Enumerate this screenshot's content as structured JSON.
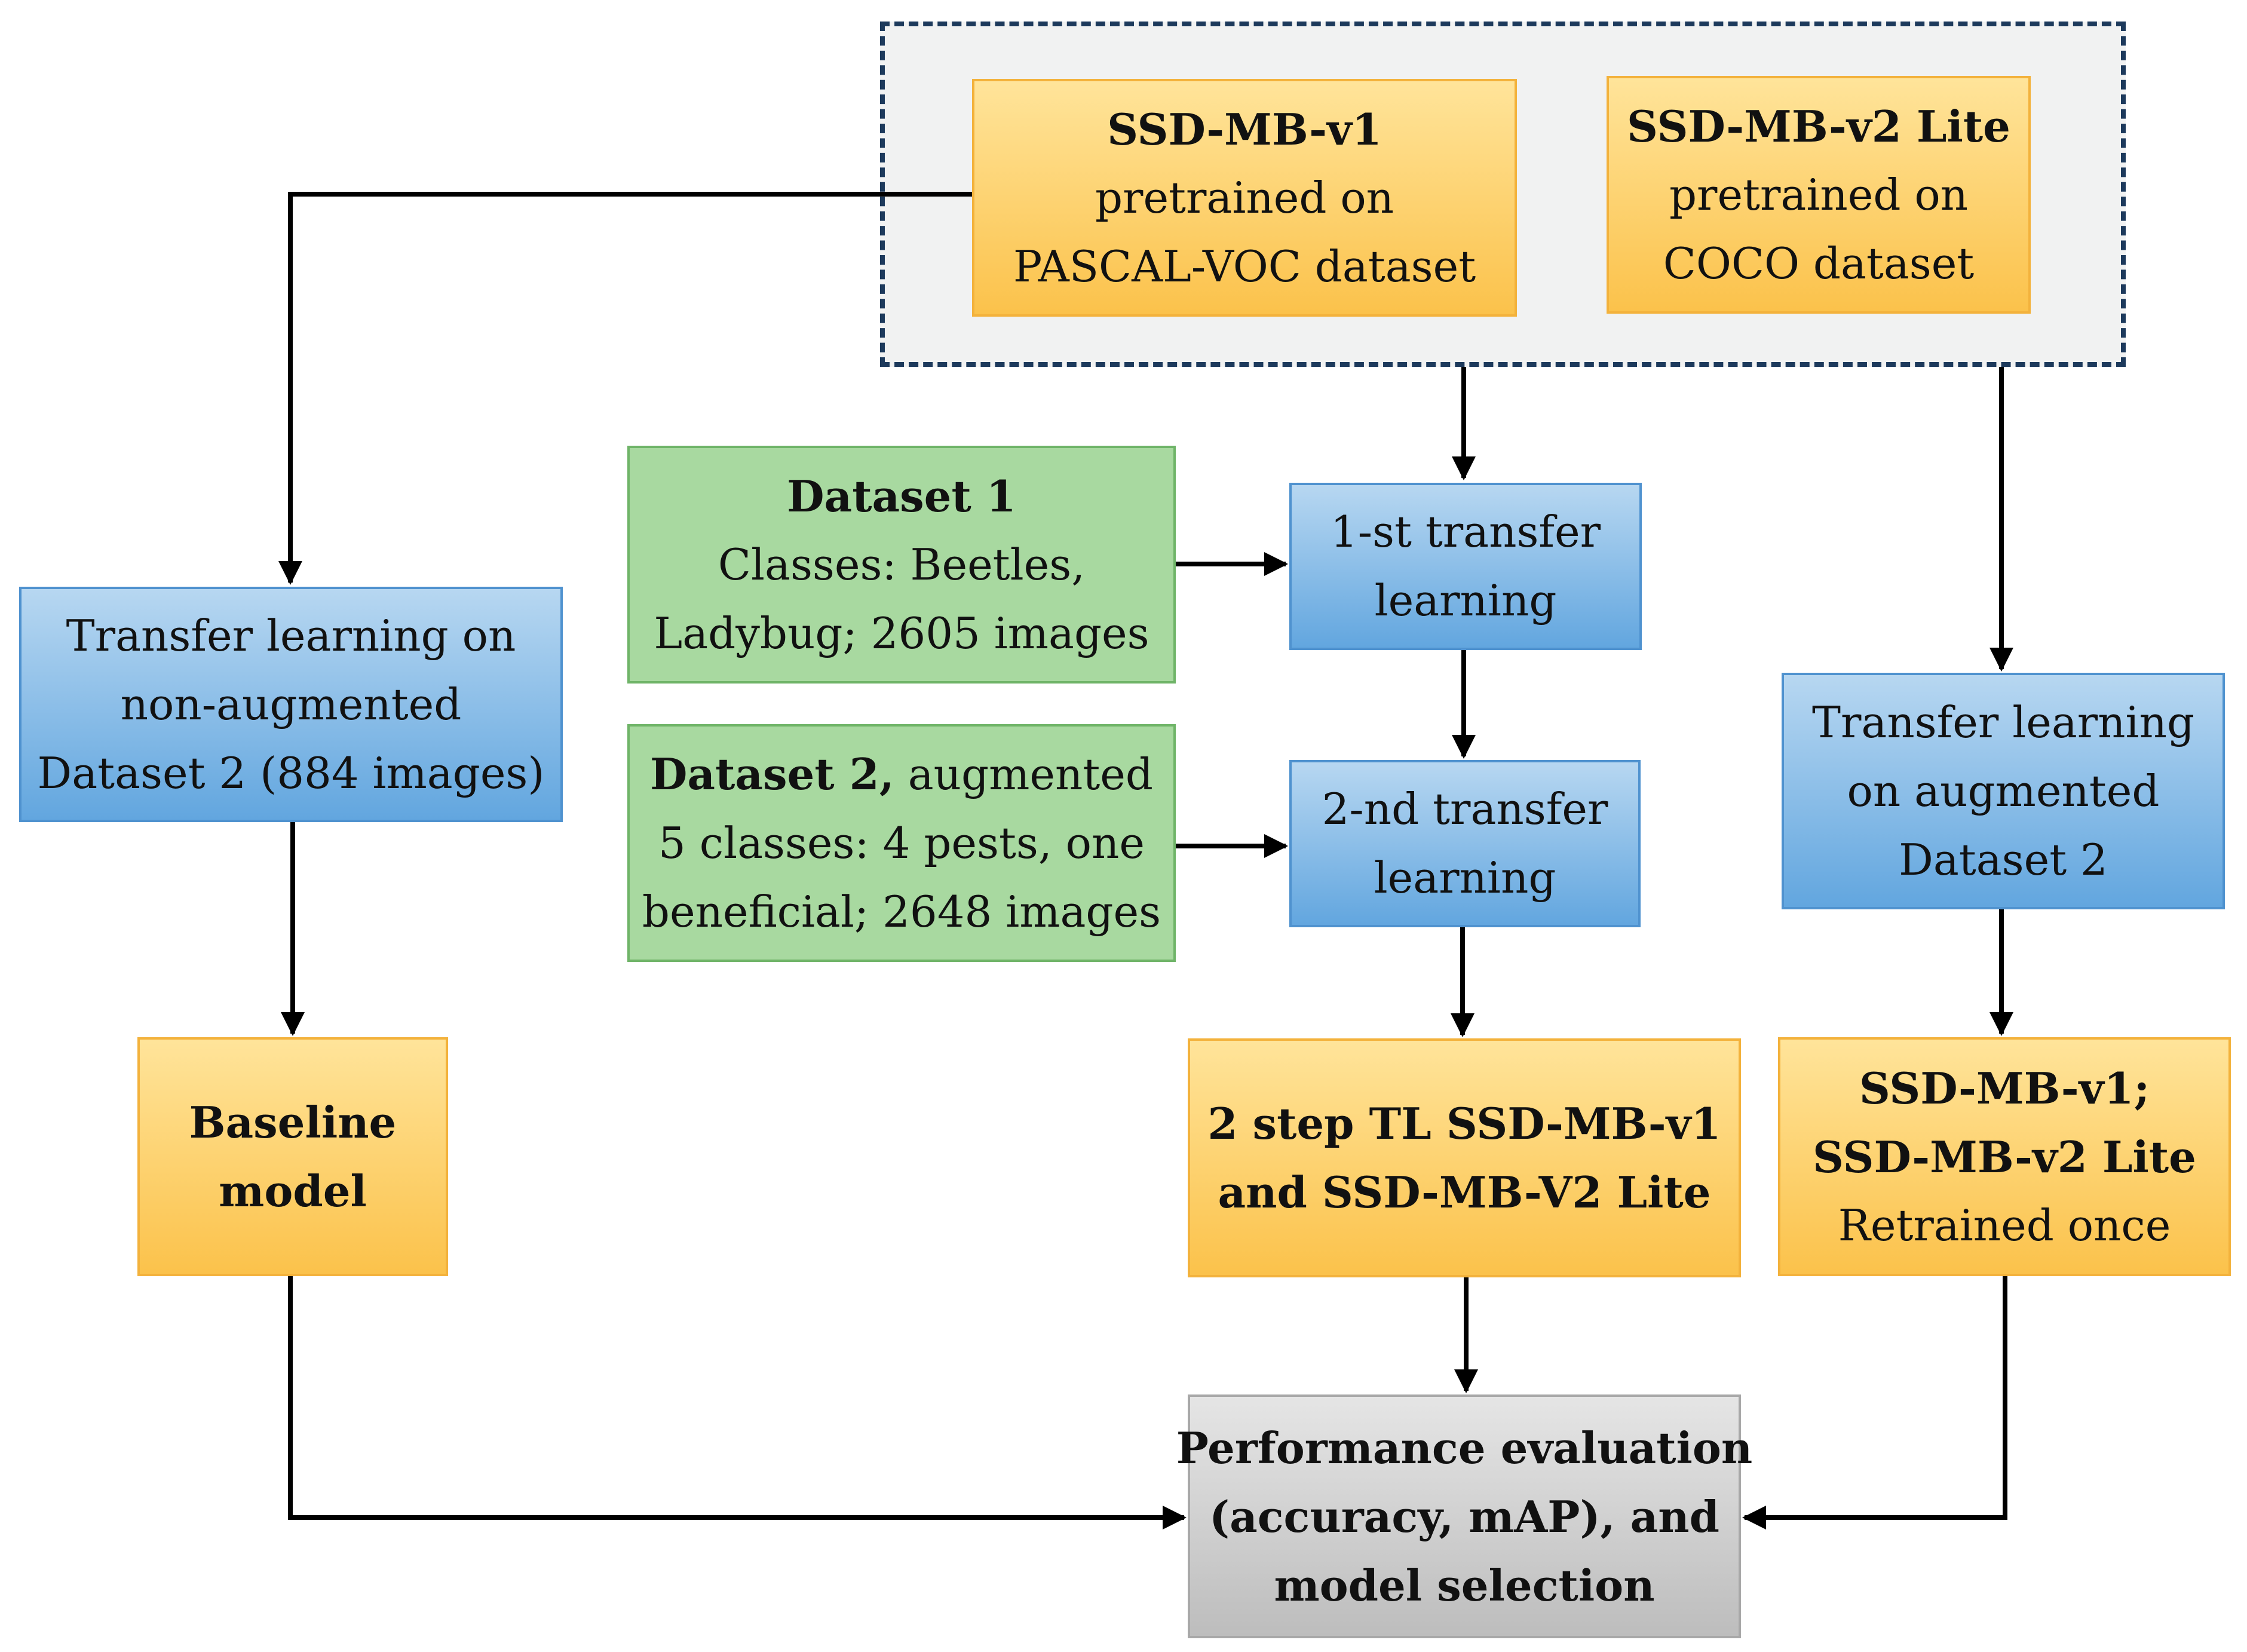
{
  "nodes": {
    "ssd_v1": {
      "line1": "SSD-MB-v1",
      "line2": "pretrained on",
      "line3": "PASCAL-VOC dataset"
    },
    "ssd_v2": {
      "line1": "SSD-MB-v2 Lite",
      "line2": "pretrained on",
      "line3": "COCO dataset"
    },
    "dataset1": {
      "line1": "Dataset 1",
      "line2": "Classes: Beetles,",
      "line3": "Ladybug; 2605 images"
    },
    "dataset2": {
      "line1_bold": "Dataset 2,",
      "line1_rest": " augmented",
      "line2": "5 classes: 4 pests, one",
      "line3": "beneficial; 2648 images"
    },
    "tl_first": {
      "line1": "1-st transfer",
      "line2": "learning"
    },
    "tl_second": {
      "line1": "2-nd transfer",
      "line2": "learning"
    },
    "tl_non_aug": {
      "line1": "Transfer learning on",
      "line2": "non-augmented",
      "line3": "Dataset 2 (884 images)"
    },
    "tl_aug": {
      "line1": "Transfer learning",
      "line2": "on augmented",
      "line3": "Dataset 2"
    },
    "baseline": {
      "line1": "Baseline",
      "line2": "model"
    },
    "two_step": {
      "line1": "2 step TL SSD-MB-v1",
      "line2": "and SSD-MB-V2 Lite"
    },
    "retrained": {
      "line1": "SSD-MB-v1;",
      "line2": "SSD-MB-v2 Lite",
      "line3": "Retrained once"
    },
    "evaluation": {
      "line1": "Performance evaluation",
      "line2": "(accuracy, mAP), and",
      "line3": "model selection"
    }
  },
  "colors": {
    "yellow": "#fbc24b",
    "blue": "#62a6df",
    "green": "#a8d9a0",
    "gray": "#bdbdbd",
    "dashed_border": "#1d3a5c",
    "arrow": "#000000"
  }
}
